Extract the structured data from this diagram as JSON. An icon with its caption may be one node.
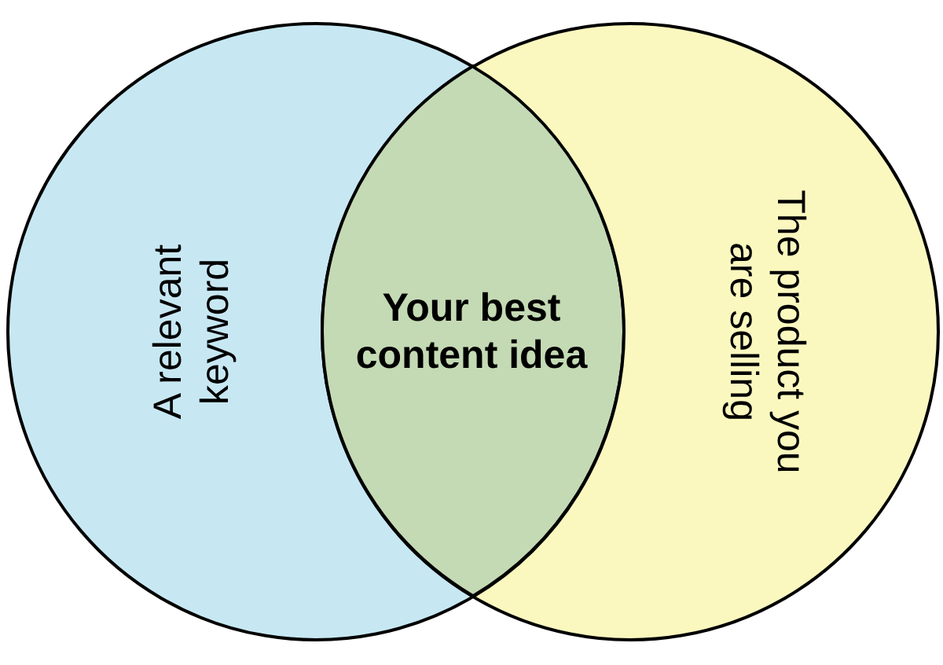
{
  "diagram": {
    "nodes": [
      {
        "text": [
          "A relevant keyword"
        ]
      },
      {
        "text": [
          "Your best content idea"
        ]
      },
      {
        "text": [
          "The product you are selling"
        ]
      }
    ]
  }
}
